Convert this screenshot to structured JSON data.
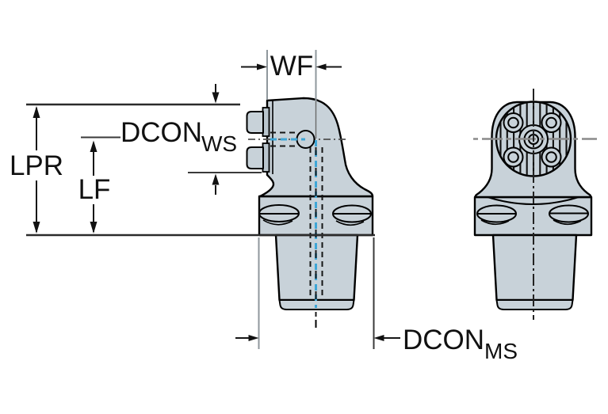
{
  "colors": {
    "background": "#ffffff",
    "body-fill": "#c8d2d9",
    "body-shade": "#b9c5cd",
    "outline": "#000000",
    "dimension-line": "#161616",
    "centerline-gray": "#8a8a8a",
    "coolant-blue": "#3fa6d6"
  },
  "dimensions": {
    "wf": {
      "label": "WF"
    },
    "lpr": {
      "label": "LPR"
    },
    "lf": {
      "label": "LF"
    },
    "dcon_ws": {
      "label": "DCON",
      "subscript": "WS"
    },
    "dcon_ms": {
      "label": "DCON",
      "subscript": "MS"
    }
  }
}
